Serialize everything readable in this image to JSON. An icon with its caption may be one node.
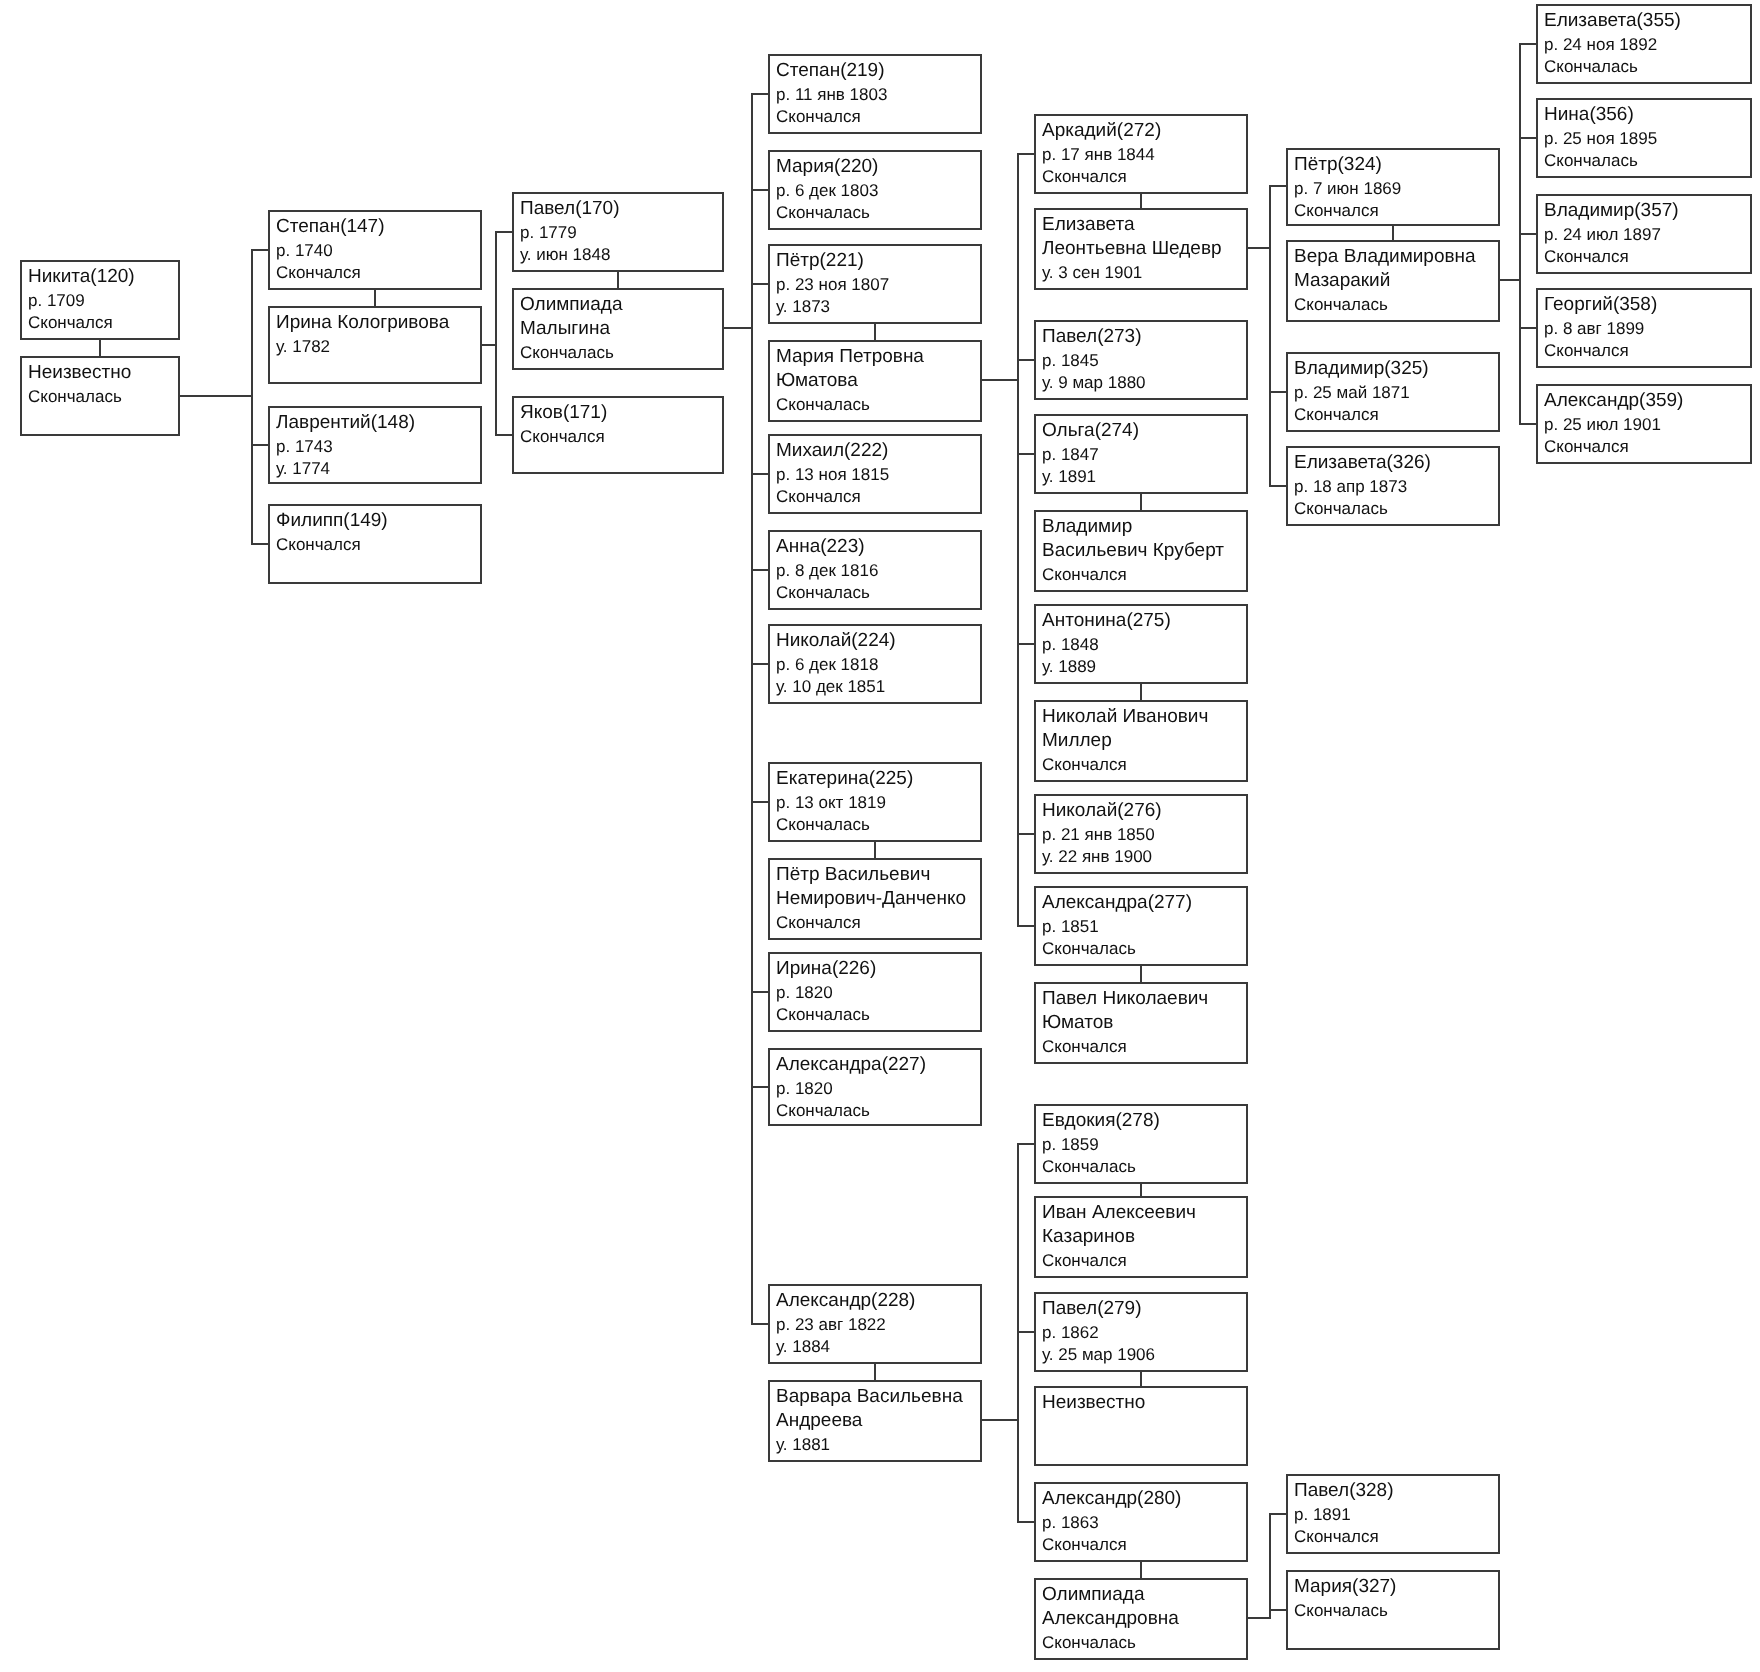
{
  "diagram": {
    "nodes": [
      {
        "text": [
          "Никита(120)",
          "р. 1709",
          "Скончался"
        ]
      },
      {
        "text": [
          "Неизвестно",
          "Скончалась"
        ]
      },
      {
        "text": [
          "Степан(147)",
          "р. 1740",
          "Скончался"
        ]
      },
      {
        "text": [
          "Ирина Кологривова",
          "у. 1782"
        ]
      },
      {
        "text": [
          "Лаврентий(148)",
          "р. 1743",
          "у. 1774"
        ]
      },
      {
        "text": [
          "Филипп(149)",
          "Скончался"
        ]
      },
      {
        "text": [
          "Павел(170)",
          "р. 1779",
          "у. июн 1848"
        ]
      },
      {
        "text": [
          "Олимпиада Малыгина",
          "Скончалась"
        ]
      },
      {
        "text": [
          "Яков(171)",
          "Скончался"
        ]
      },
      {
        "text": [
          "Степан(219)",
          "р. 11 янв 1803",
          "Скончался"
        ]
      },
      {
        "text": [
          "Мария(220)",
          "р. 6 дек 1803",
          "Скончалась"
        ]
      },
      {
        "text": [
          "Пётр(221)",
          "р. 23 ноя 1807",
          "у. 1873"
        ]
      },
      {
        "text": [
          "Мария Петровна Юматова",
          "Скончалась"
        ]
      },
      {
        "text": [
          "Михаил(222)",
          "р. 13 ноя 1815",
          "Скончался"
        ]
      },
      {
        "text": [
          "Анна(223)",
          "р. 8 дек 1816",
          "Скончалась"
        ]
      },
      {
        "text": [
          "Николай(224)",
          "р. 6 дек 1818",
          "у. 10 дек 1851"
        ]
      },
      {
        "text": [
          "Екатерина(225)",
          "р. 13 окт 1819",
          "Скончалась"
        ]
      },
      {
        "text": [
          "Пётр Васильевич Немирович-Данченко",
          "Скончался"
        ]
      },
      {
        "text": [
          "Ирина(226)",
          "р. 1820",
          "Скончалась"
        ]
      },
      {
        "text": [
          "Александра(227)",
          "р. 1820",
          "Скончалась"
        ]
      },
      {
        "text": [
          "Александр(228)",
          "р. 23 авг 1822",
          "у. 1884"
        ]
      },
      {
        "text": [
          "Варвара Васильевна Андреева",
          "у. 1881"
        ]
      },
      {
        "text": [
          "Аркадий(272)",
          "р. 17 янв 1844",
          "Скончался"
        ]
      },
      {
        "text": [
          "Елизавета Леонтьевна Шедевр",
          "у. 3 сен 1901"
        ]
      },
      {
        "text": [
          "Павел(273)",
          "р. 1845",
          "у. 9 мар 1880"
        ]
      },
      {
        "text": [
          "Ольга(274)",
          "р. 1847",
          "у. 1891"
        ]
      },
      {
        "text": [
          "Владимир Васильевич Круберт",
          "Скончался"
        ]
      },
      {
        "text": [
          "Антонина(275)",
          "р. 1848",
          "у. 1889"
        ]
      },
      {
        "text": [
          "Николай Иванович Миллер",
          "Скончался"
        ]
      },
      {
        "text": [
          "Николай(276)",
          "р. 21 янв 1850",
          "у. 22 янв 1900"
        ]
      },
      {
        "text": [
          "Александра(277)",
          "р. 1851",
          "Скончалась"
        ]
      },
      {
        "text": [
          "Павел Николаевич Юматов",
          "Скончался"
        ]
      },
      {
        "text": [
          "Евдокия(278)",
          "р. 1859",
          "Скончалась"
        ]
      },
      {
        "text": [
          "Иван Алексеевич Казаринов",
          "Скончался"
        ]
      },
      {
        "text": [
          "Павел(279)",
          "р. 1862",
          "у. 25 мар 1906"
        ]
      },
      {
        "text": [
          "Неизвестно"
        ]
      },
      {
        "text": [
          "Александр(280)",
          "р. 1863",
          "Скончался"
        ]
      },
      {
        "text": [
          "Олимпиада Александровна",
          "Скончалась"
        ]
      },
      {
        "text": [
          "Пётр(324)",
          "р. 7 июн 1869",
          "Скончался"
        ]
      },
      {
        "text": [
          "Вера Владимировна Мазаракий",
          "Скончалась"
        ]
      },
      {
        "text": [
          "Владимир(325)",
          "р. 25 май 1871",
          "Скончался"
        ]
      },
      {
        "text": [
          "Елизавета(326)",
          "р. 18 апр 1873",
          "Скончалась"
        ]
      },
      {
        "text": [
          "Павел(328)",
          "р. 1891",
          "Скончался"
        ]
      },
      {
        "text": [
          "Мария(327)",
          "Скончалась"
        ]
      },
      {
        "text": [
          "Елизавета(355)",
          "р. 24 ноя 1892",
          "Скончалась"
        ]
      },
      {
        "text": [
          "Нина(356)",
          "р. 25 ноя 1895",
          "Скончалась"
        ]
      },
      {
        "text": [
          "Владимир(357)",
          "р. 24 июл 1897",
          "Скончался"
        ]
      },
      {
        "text": [
          "Георгий(358)",
          "р. 8 авг 1899",
          "Скончался"
        ]
      },
      {
        "text": [
          "Александр(359)",
          "р. 25 июл 1901",
          "Скончался"
        ]
      }
    ],
    "edges": [
      {
        "from": 0,
        "to": 1,
        "arrow": "none"
      },
      {
        "from": 1,
        "to": 2,
        "arrow": "none"
      },
      {
        "from": 1,
        "to": 4,
        "arrow": "none"
      },
      {
        "from": 1,
        "to": 5,
        "arrow": "none"
      },
      {
        "from": 2,
        "to": 3,
        "arrow": "none"
      },
      {
        "from": 3,
        "to": 6,
        "arrow": "none"
      },
      {
        "from": 3,
        "to": 8,
        "arrow": "none"
      },
      {
        "from": 6,
        "to": 7,
        "arrow": "none"
      },
      {
        "from": 7,
        "to": 9,
        "arrow": "none"
      },
      {
        "from": 7,
        "to": 10,
        "arrow": "none"
      },
      {
        "from": 7,
        "to": 11,
        "arrow": "none"
      },
      {
        "from": 7,
        "to": 13,
        "arrow": "none"
      },
      {
        "from": 7,
        "to": 14,
        "arrow": "none"
      },
      {
        "from": 7,
        "to": 15,
        "arrow": "none"
      },
      {
        "from": 7,
        "to": 16,
        "arrow": "none"
      },
      {
        "from": 7,
        "to": 18,
        "arrow": "none"
      },
      {
        "from": 7,
        "to": 19,
        "arrow": "none"
      },
      {
        "from": 7,
        "to": 20,
        "arrow": "none"
      },
      {
        "from": 11,
        "to": 12,
        "arrow": "none"
      },
      {
        "from": 16,
        "to": 17,
        "arrow": "none"
      },
      {
        "from": 20,
        "to": 21,
        "arrow": "none"
      },
      {
        "from": 12,
        "to": 22,
        "arrow": "none"
      },
      {
        "from": 12,
        "to": 24,
        "arrow": "none"
      },
      {
        "from": 12,
        "to": 25,
        "arrow": "none"
      },
      {
        "from": 12,
        "to": 27,
        "arrow": "none"
      },
      {
        "from": 12,
        "to": 29,
        "arrow": "none"
      },
      {
        "from": 12,
        "to": 30,
        "arrow": "none"
      },
      {
        "from": 21,
        "to": 32,
        "arrow": "none"
      },
      {
        "from": 21,
        "to": 34,
        "arrow": "none"
      },
      {
        "from": 21,
        "to": 36,
        "arrow": "none"
      },
      {
        "from": 22,
        "to": 23,
        "arrow": "none"
      },
      {
        "from": 25,
        "to": 26,
        "arrow": "none"
      },
      {
        "from": 27,
        "to": 28,
        "arrow": "none"
      },
      {
        "from": 30,
        "to": 31,
        "arrow": "none"
      },
      {
        "from": 32,
        "to": 33,
        "arrow": "none"
      },
      {
        "from": 34,
        "to": 35,
        "arrow": "none"
      },
      {
        "from": 36,
        "to": 37,
        "arrow": "none"
      },
      {
        "from": 23,
        "to": 38,
        "arrow": "none"
      },
      {
        "from": 23,
        "to": 40,
        "arrow": "none"
      },
      {
        "from": 23,
        "to": 41,
        "arrow": "none"
      },
      {
        "from": 37,
        "to": 42,
        "arrow": "none"
      },
      {
        "from": 37,
        "to": 43,
        "arrow": "none"
      },
      {
        "from": 38,
        "to": 39,
        "arrow": "none"
      },
      {
        "from": 39,
        "to": 44,
        "arrow": "none"
      },
      {
        "from": 39,
        "to": 45,
        "arrow": "none"
      },
      {
        "from": 39,
        "to": 46,
        "arrow": "none"
      },
      {
        "from": 39,
        "to": 47,
        "arrow": "none"
      },
      {
        "from": 39,
        "to": 48,
        "arrow": "none"
      }
    ]
  }
}
